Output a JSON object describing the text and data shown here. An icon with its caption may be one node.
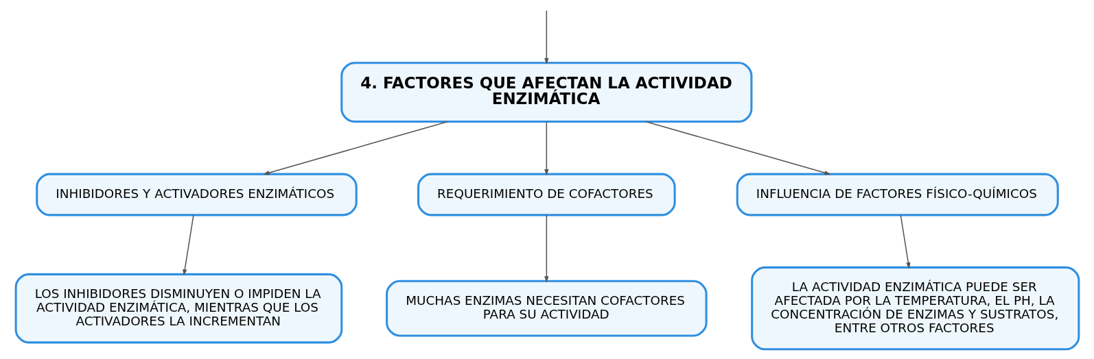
{
  "diagram": {
    "nodes": [
      {
        "text": [
          "4. FACTORES QUE AFECTAN LA ACTIVIDAD ENZIMÁTICA"
        ]
      },
      {
        "text": [
          "INHIBIDORES Y ACTIVADORES ENZIMÁTICOS"
        ]
      },
      {
        "text": [
          "REQUERIMIENTO DE COFACTORES"
        ]
      },
      {
        "text": [
          "INFLUENCIA DE FACTORES FÍSICO-QUÍMICOS"
        ]
      },
      {
        "text": [
          "LOS INHIBIDORES DISMINUYEN O IMPIDEN LA ACTIVIDAD ENZIMÁTICA, MIENTRAS QUE LOS ACTIVADORES LA INCREMENTAN"
        ]
      },
      {
        "text": [
          "MUCHAS ENZIMAS NECESITAN COFACTORES PARA SU ACTIVIDAD"
        ]
      },
      {
        "text": [
          "LA ACTIVIDAD ENZIMÁTICA PUEDE SER AFECTADA POR LA TEMPERATURA, EL PH, LA CONCENTRACIÓN DE ENZIMAS Y SUSTRATOS, ENTRE OTROS FACTORES"
        ]
      }
    ],
    "edges": [
      {
        "from": null,
        "to": 0,
        "arrow": "to"
      },
      {
        "from": 0,
        "to": 1,
        "arrow": "to"
      },
      {
        "from": 0,
        "to": 2,
        "arrow": "to"
      },
      {
        "from": 0,
        "to": 3,
        "arrow": "to"
      },
      {
        "from": 1,
        "to": 4,
        "arrow": "to"
      },
      {
        "from": 2,
        "to": 5,
        "arrow": "to"
      },
      {
        "from": 3,
        "to": 6,
        "arrow": "to"
      }
    ]
  }
}
